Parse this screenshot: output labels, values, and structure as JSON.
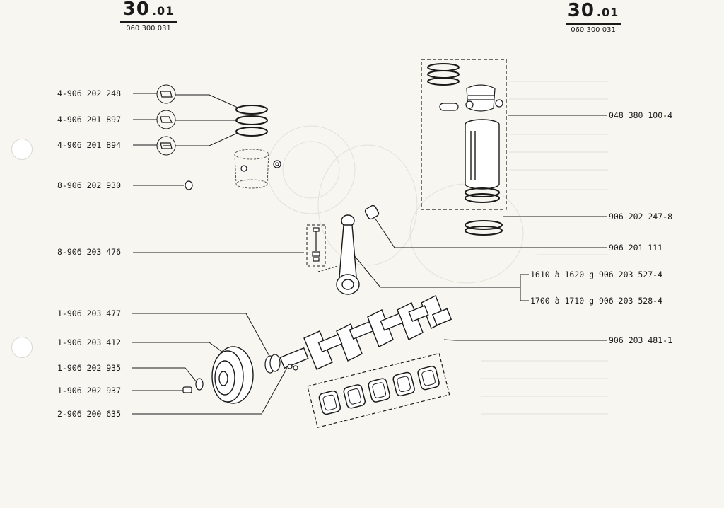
{
  "header_left": {
    "number": "30",
    "sub": ".01",
    "code": "060 300 031"
  },
  "header_right": {
    "number": "30",
    "sub": ".01",
    "code": "060 300 031"
  },
  "parts_left": [
    {
      "ref": "4-906 202 248"
    },
    {
      "ref": "4-906 201 897"
    },
    {
      "ref": "4-906 201 894"
    },
    {
      "ref": "8-906 202 930"
    },
    {
      "ref": "8-906 203 476"
    },
    {
      "ref": "1-906 203 477"
    },
    {
      "ref": "1-906 203 412"
    },
    {
      "ref": "1-906 202 935"
    },
    {
      "ref": "1-906 202 937"
    },
    {
      "ref": "2-906 200 635"
    }
  ],
  "parts_right": [
    {
      "ref": "048 380 100-4"
    },
    {
      "ref": "906 202 247-8"
    },
    {
      "ref": "906 201 111"
    },
    {
      "ref": "906 203 527-4",
      "weight": "1610 à 1620 g"
    },
    {
      "ref": "906 203 528-4",
      "weight": "1700 à 1710 g"
    },
    {
      "ref": "906 203 481-1"
    }
  ]
}
